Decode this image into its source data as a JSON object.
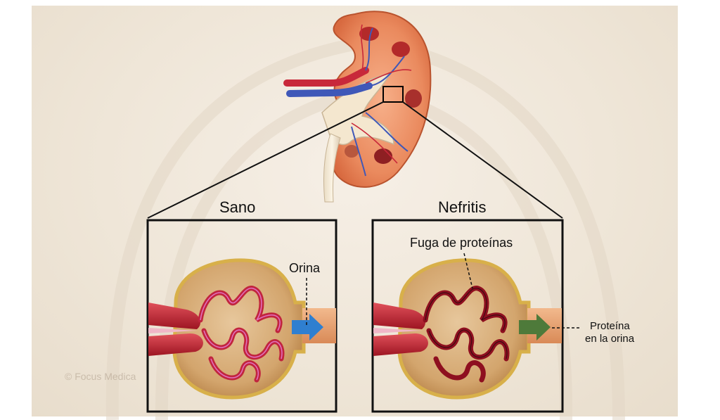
{
  "diagram": {
    "labels": {
      "healthy": "Sano",
      "nephritis": "Nefritis",
      "urine": "Orina",
      "protein_leak": "Fuga de proteínas",
      "protein_in_urine_line1": "Proteína",
      "protein_in_urine_line2": "en la orina"
    },
    "watermark": "© Focus Medica"
  }
}
